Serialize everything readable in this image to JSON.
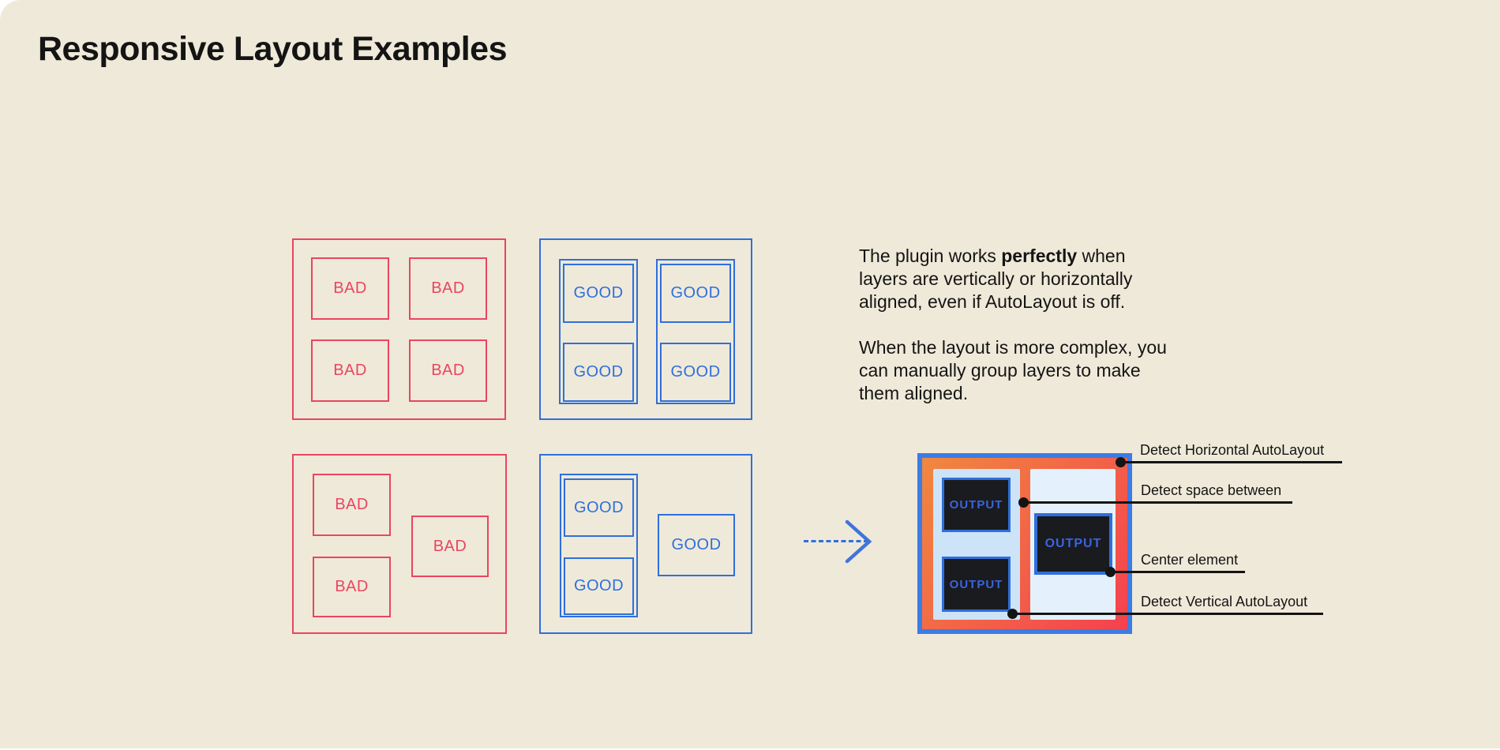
{
  "title": "Responsive Layout Examples",
  "description": {
    "line1_pre": "The plugin works ",
    "line1_bold": "perfectly",
    "line1_post": " when",
    "line2": "layers are vertically or horizontally",
    "line3": "aligned, even if AutoLayout is off.",
    "line4": "When the layout is more complex, you",
    "line5": "can manually group layers to make",
    "line6": "them aligned."
  },
  "examples": {
    "bad_label": "BAD",
    "good_label": "GOOD",
    "output_label": "OUTPUT"
  },
  "annotations": [
    {
      "label": "Detect Horizontal AutoLayout"
    },
    {
      "label": "Detect space between"
    },
    {
      "label": "Center element"
    },
    {
      "label": "Detect Vertical AutoLayout"
    }
  ],
  "colors": {
    "bg": "#efe9d9",
    "ink": "#141414",
    "red": "#ea4560",
    "blue": "#2f6fdb",
    "outer_blue": "#3b7ce5",
    "orange_start": "#f0883f",
    "orange_end": "#f4414f",
    "dark": "#1a1b1e",
    "pale_left": "#cde4f8",
    "pale_right": "#e4f1fc",
    "output_text": "#3a63e0"
  }
}
